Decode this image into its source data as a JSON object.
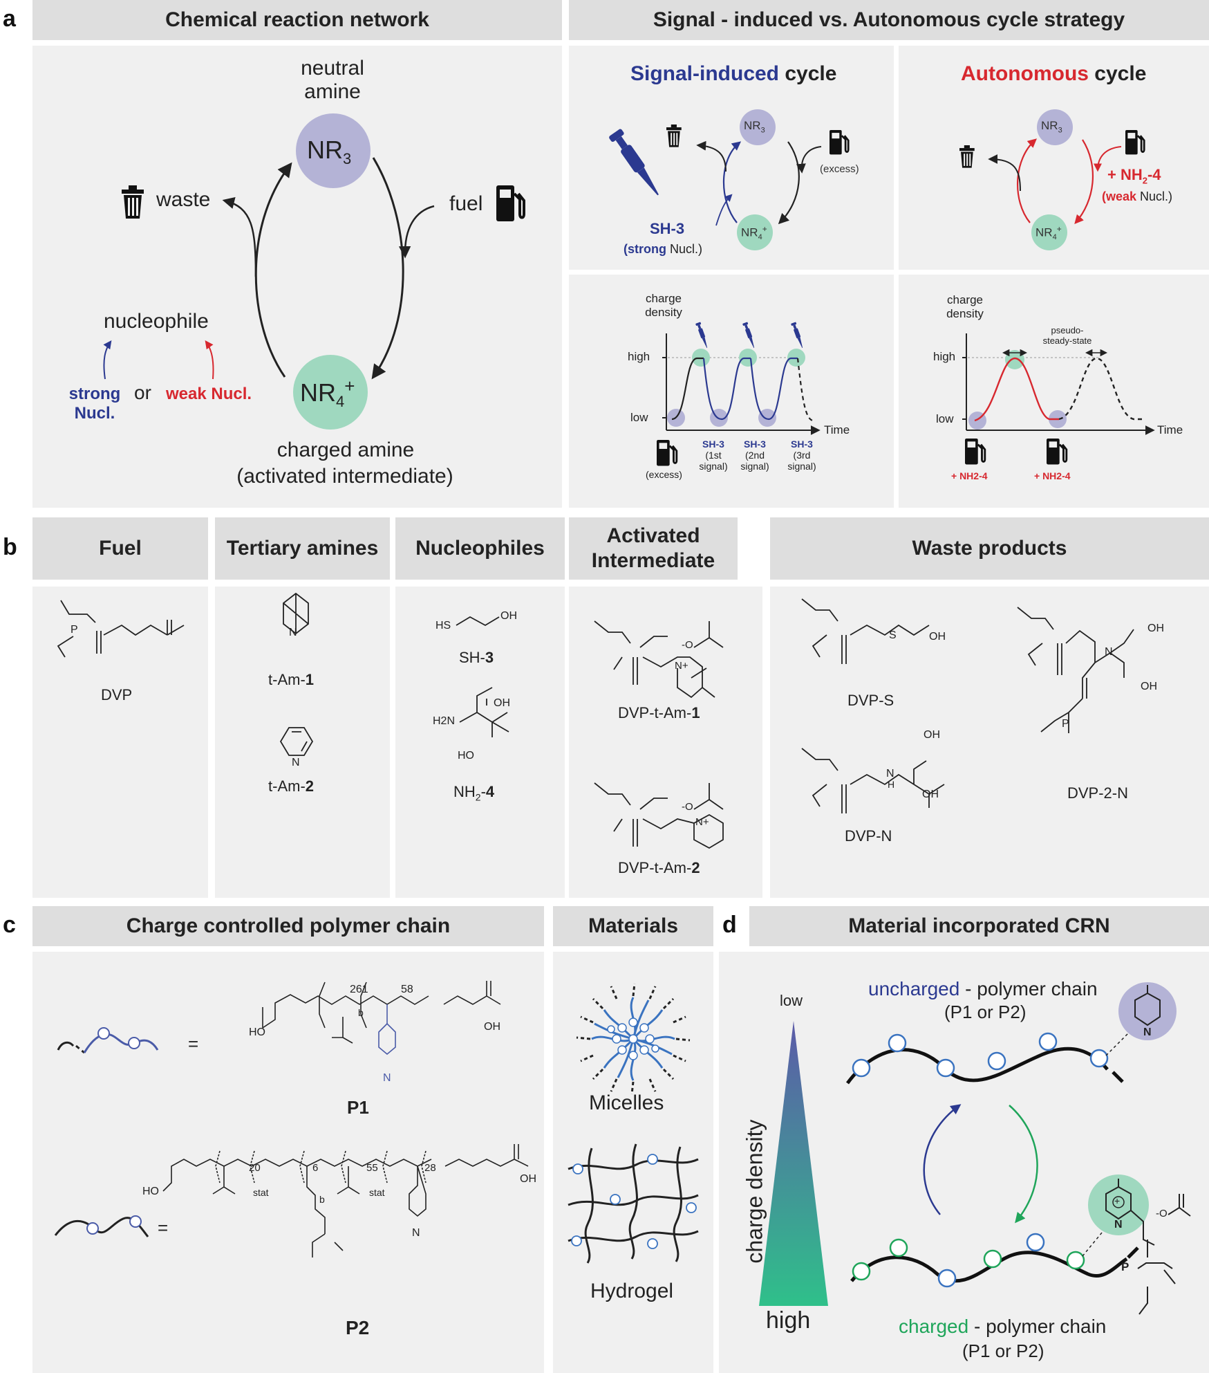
{
  "panel_labels": {
    "a": "a",
    "b": "b",
    "c": "c",
    "d": "d"
  },
  "panel_a": {
    "left_title": "Chemical reaction network",
    "right_title": "Signal - induced vs. Autonomous cycle strategy",
    "network": {
      "neutral_amine_line1": "neutral",
      "neutral_amine_line2": "amine",
      "nr3": "NR",
      "nr3_sub": "3",
      "nr4": "NR",
      "nr4_sub": "4",
      "nr4_sup": "+",
      "waste": "waste",
      "fuel": "fuel",
      "nucleophile": "nucleophile",
      "strong_nucl_line1": "strong",
      "strong_nucl_line2": "Nucl.",
      "or": "or",
      "weak_nucl": "weak Nucl.",
      "charged_amine_line1": "charged amine",
      "charged_amine_line2": "(activated intermediate)"
    },
    "signal_cycle": {
      "title_colored": "Signal-induced",
      "title_rest": " cycle",
      "nr3": "NR",
      "nr3_sub": "3",
      "nr4": "NR",
      "nr4_sub": "4",
      "nr4_sup": "+",
      "excess": "(excess)",
      "sh3": "SH-3",
      "strong_label_bold": "(strong",
      "strong_label_rest": " Nucl.)"
    },
    "auto_cycle": {
      "title_colored": "Autonomous",
      "title_rest": " cycle",
      "nr3": "NR",
      "nr3_sub": "3",
      "nr4": "NR",
      "nr4_sub": "4",
      "nr4_sup": "+",
      "fuel_label": "+ NH",
      "fuel_label_sub": "2",
      "fuel_label_end": "-4",
      "weak_label_bold": "(weak",
      "weak_label_rest": " Nucl.)"
    },
    "signal_plot": {
      "ylabel_line1": "charge",
      "ylabel_line2": "density",
      "high": "high",
      "low": "low",
      "xlabel": "Time",
      "excess": "(excess)",
      "signals": [
        {
          "label": "SH-3",
          "line2": "(1st",
          "line3": "signal)"
        },
        {
          "label": "SH-3",
          "line2": "(2nd",
          "line3": "signal)"
        },
        {
          "label": "SH-3",
          "line2": "(3rd",
          "line3": "signal)"
        }
      ]
    },
    "auto_plot": {
      "ylabel_line1": "charge",
      "ylabel_line2": "density",
      "high": "high",
      "low": "low",
      "xlabel": "Time",
      "pseudo_line1": "pseudo-",
      "pseudo_line2": "steady-state",
      "fuel1": "+ NH2-4",
      "fuel2": "+ NH2-4"
    }
  },
  "panel_b": {
    "headers": {
      "fuel": "Fuel",
      "amines": "Tertiary amines",
      "nucleophiles": "Nucleophiles",
      "intermediate_line1": "Activated",
      "intermediate_line2": "Intermediate",
      "waste": "Waste products"
    },
    "compounds": {
      "dvp": "DVP",
      "tam1_pre": "t-Am-",
      "tam1_num": "1",
      "tam2_pre": "t-Am-",
      "tam2_num": "2",
      "sh3_pre": "SH-",
      "sh3_num": "3",
      "nh24_pre": "NH",
      "nh24_sub": "2",
      "nh24_mid": "-",
      "nh24_num": "4",
      "dvp_tam1_pre": "DVP-t-Am-",
      "dvp_tam1_num": "1",
      "dvp_tam2_pre": "DVP-t-Am-",
      "dvp_tam2_num": "2",
      "dvp_s": "DVP-S",
      "dvp_n": "DVP-N",
      "dvp_2n": "DVP-2-N"
    },
    "atoms": {
      "O": "O",
      "P": "P",
      "N": "N",
      "S": "S",
      "HS": "HS",
      "OH": "OH",
      "H2N": "H2N",
      "HO": "HO",
      "H": "H",
      "Nplus": "N+",
      "minusO": "-O"
    }
  },
  "panel_c": {
    "title": "Charge controlled polymer chain",
    "materials_title": "Materials",
    "equals": "=",
    "p1": "P1",
    "p2": "P2",
    "p1_n1": "261",
    "p1_n2": "58",
    "p2_n1": "20",
    "p2_n2": "6",
    "p2_n3": "55",
    "p2_n4": "28",
    "b": "b",
    "stat": "stat",
    "micelles": "Micelles",
    "hydrogel": "Hydrogel"
  },
  "panel_d": {
    "title": "Material incorporated CRN",
    "low": "low",
    "high": "high",
    "axis_label": "charge density",
    "uncharged_colored": "uncharged",
    "uncharged_rest": " - polymer chain",
    "uncharged_line2": "(P1 or P2)",
    "charged_colored": "charged",
    "charged_rest": " - polymer chain",
    "charged_line2": "(P1 or P2)",
    "ring_marker": "O",
    "plus_marker": "+"
  },
  "colors": {
    "blue": "#2b3990",
    "red": "#d7282f",
    "green": "#1fa55a",
    "purple_circle": "#b4b3d6",
    "green_circle": "#9fd8bf",
    "panel_bg": "#f0f0f0",
    "header_bg": "#dedede"
  },
  "icons": [
    "trash-icon",
    "fuel-pump-icon",
    "pipette-icon"
  ]
}
